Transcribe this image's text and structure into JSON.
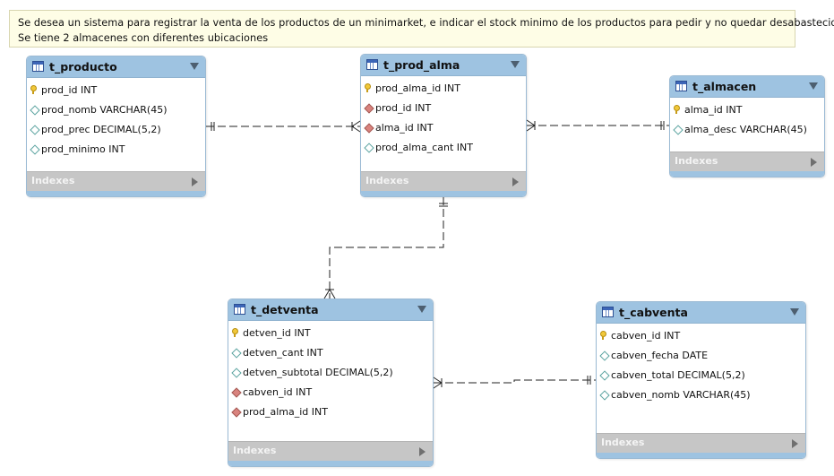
{
  "note": {
    "lines": [
      "Se desea un sistema para registrar la venta de los productos de un minimarket, e indicar el stock minimo de los productos para pedir y no quedar desabastecidos.",
      "Se tiene 2 almacenes con diferentes ubicaciones"
    ]
  },
  "indexes_label": "Indexes",
  "tables": {
    "t_producto": {
      "name": "t_producto",
      "columns": [
        {
          "text": "prod_id INT",
          "icon": "primary-key-icon"
        },
        {
          "text": "prod_nomb VARCHAR(45)",
          "icon": "attribute-diamond-icon"
        },
        {
          "text": "prod_prec DECIMAL(5,2)",
          "icon": "attribute-diamond-icon"
        },
        {
          "text": "prod_minimo INT",
          "icon": "attribute-diamond-icon"
        }
      ]
    },
    "t_prod_alma": {
      "name": "t_prod_alma",
      "columns": [
        {
          "text": "prod_alma_id INT",
          "icon": "primary-key-icon"
        },
        {
          "text": "prod_id INT",
          "icon": "foreign-key-icon"
        },
        {
          "text": "alma_id INT",
          "icon": "foreign-key-icon"
        },
        {
          "text": "prod_alma_cant INT",
          "icon": "attribute-diamond-icon"
        }
      ]
    },
    "t_almacen": {
      "name": "t_almacen",
      "columns": [
        {
          "text": "alma_id INT",
          "icon": "primary-key-icon"
        },
        {
          "text": "alma_desc VARCHAR(45)",
          "icon": "attribute-diamond-icon"
        }
      ]
    },
    "t_detventa": {
      "name": "t_detventa",
      "columns": [
        {
          "text": "detven_id INT",
          "icon": "primary-key-icon"
        },
        {
          "text": "detven_cant INT",
          "icon": "attribute-diamond-icon"
        },
        {
          "text": "detven_subtotal DECIMAL(5,2)",
          "icon": "attribute-diamond-icon"
        },
        {
          "text": "cabven_id INT",
          "icon": "foreign-key-icon"
        },
        {
          "text": "prod_alma_id INT",
          "icon": "foreign-key-icon"
        }
      ]
    },
    "t_cabventa": {
      "name": "t_cabventa",
      "columns": [
        {
          "text": "cabven_id INT",
          "icon": "primary-key-icon"
        },
        {
          "text": "cabven_fecha DATE",
          "icon": "attribute-diamond-icon"
        },
        {
          "text": "cabven_total DECIMAL(5,2)",
          "icon": "attribute-diamond-icon"
        },
        {
          "text": "cabven_nomb VARCHAR(45)",
          "icon": "attribute-diamond-icon"
        }
      ]
    }
  },
  "relationships": [
    {
      "from": "t_producto",
      "to": "t_prod_alma",
      "from_cardinality": "one",
      "to_cardinality": "many",
      "style": "dashed"
    },
    {
      "from": "t_almacen",
      "to": "t_prod_alma",
      "from_cardinality": "one",
      "to_cardinality": "many",
      "style": "dashed"
    },
    {
      "from": "t_prod_alma",
      "to": "t_detventa",
      "from_cardinality": "one",
      "to_cardinality": "many",
      "style": "dashed"
    },
    {
      "from": "t_cabventa",
      "to": "t_detventa",
      "from_cardinality": "one",
      "to_cardinality": "many",
      "style": "dashed"
    }
  ],
  "colors": {
    "header": "#9ec3e1",
    "indexes_bar": "#c6c6c6",
    "note_bg": "#fefde6",
    "line": "#222222"
  }
}
